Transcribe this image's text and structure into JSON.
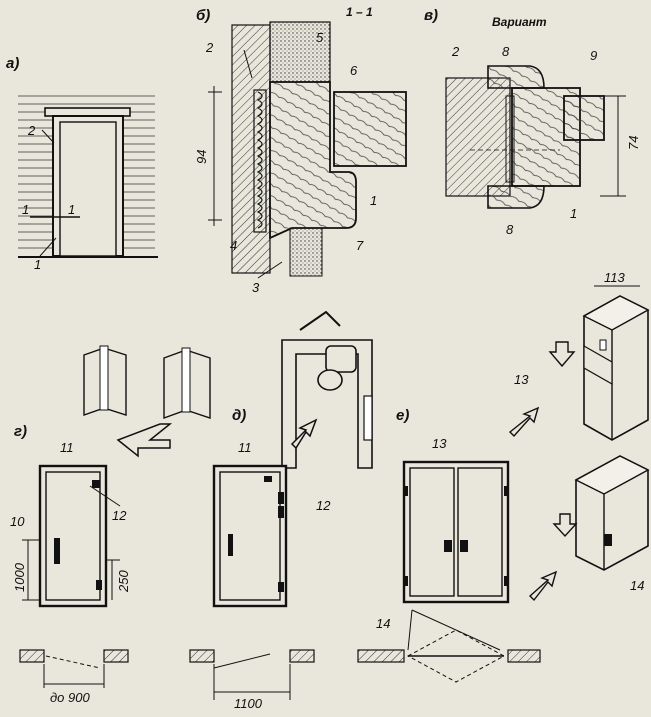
{
  "panels": {
    "a": "а)",
    "b": "б)",
    "v": "в)",
    "g": "г)",
    "d": "д)",
    "e": "е)"
  },
  "section_title": "1 – 1",
  "variant_title": "Вариант",
  "callouts": {
    "n1": "1",
    "n2": "2",
    "n3": "3",
    "n4": "4",
    "n5": "5",
    "n6": "6",
    "n7": "7",
    "n8": "8",
    "n9": "9",
    "n10": "10",
    "n11": "11",
    "n12": "12",
    "n13": "13",
    "n14": "14"
  },
  "dimensions": {
    "d94": "94",
    "d74": "74",
    "d113": "113",
    "d1000": "1000",
    "d250": "250",
    "d900": "до 900",
    "d1100": "1100"
  },
  "colors": {
    "line": "#111111",
    "paper": "#e9e6dc",
    "hatch": "#333333"
  }
}
